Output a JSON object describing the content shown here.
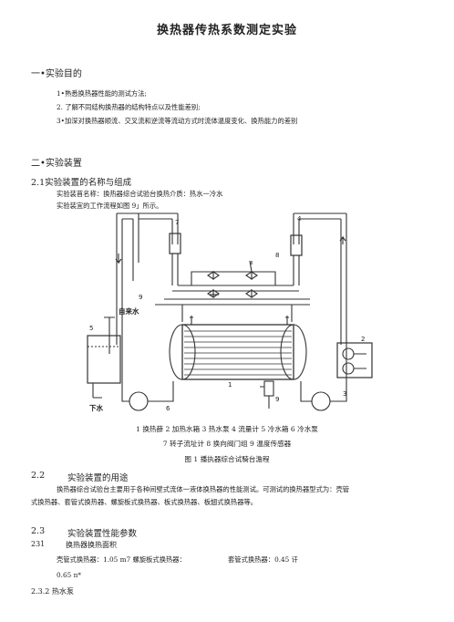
{
  "doc": {
    "title": "换热器传热系数测定实验",
    "sec1": {
      "heading": "一•实验目的",
      "items": [
        "1•熟悉换热器性能的测试方法;",
        "2. 了解不同结构换热器的结构特点以及性能差别;",
        "3•加深对换热器顺流、交叉流和逆流等流动方式时流体温度变化、换热能力的差别"
      ]
    },
    "sec2": {
      "heading": "二•实验装置",
      "s21": {
        "heading": "2.1实验装置的名称与组成",
        "line1": "实验装苜名称：换热器综合试验台换热介质：热水一冷水",
        "line2": "实验装宜的工作流程如图 9」所示。"
      },
      "figure": {
        "labels": {
          "n1": "1",
          "n2": "2",
          "n3": "3",
          "n4": "4",
          "n5": "5",
          "n6": "6",
          "n7": "7",
          "n8": "8",
          "n9a": "9",
          "n9b": "9",
          "tap": "自来水",
          "drain": "下水"
        },
        "legend1": "1 换热薛 2 加热水箱 3 热水泵 4 流量计 5 冷水箱 6 冷水泵",
        "legend2": "7 转子流址计 8 换向阀门组 9 温度传感器",
        "caption": "图 1 播执器综合试騎台澹程"
      },
      "s22": {
        "num": "2.2",
        "heading": "实验装置的用途",
        "line1": "换热器综合试验台主要用于各种间壁式流体一液体换热器的性能测试。可测试的换热器型式为：壳管",
        "line2": "式换热器、套管式换热器、螺旋板式换热器、板式换热器、板翅式换热器等。"
      },
      "s23": {
        "num": "2.3",
        "heading": "实验装置性能参数",
        "s231_num": "231",
        "s231_heading": "换热器换热面积",
        "s231_line": "壳管式换热器：1.05 m7 螺旋板式换热器：",
        "s231_line_b": "套管式换热器：0.45 讦",
        "s231_line2": "0.65 n*",
        "s232": "2.3.2 热水泵"
      }
    }
  }
}
